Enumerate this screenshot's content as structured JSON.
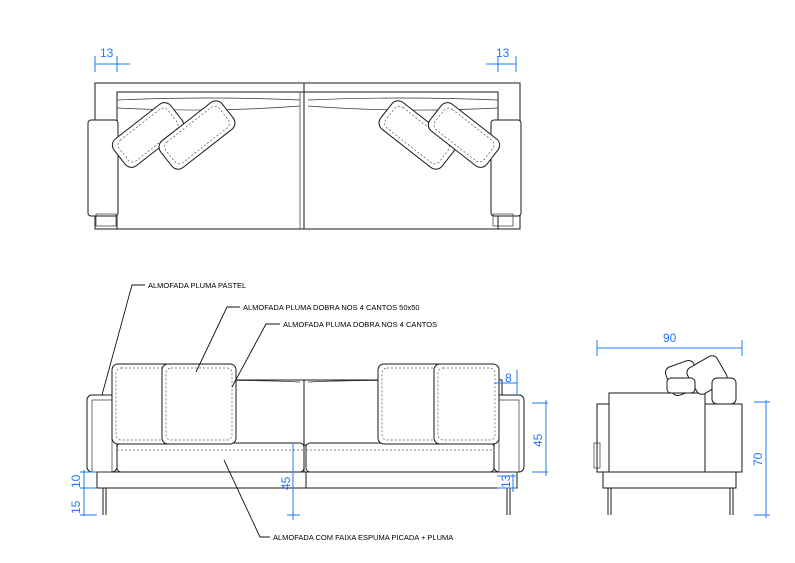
{
  "dimensions": {
    "top_arm_left": "13",
    "top_arm_right": "13",
    "side_depth": "90",
    "side_height": "70",
    "front_arm_width": "8",
    "front_back_height": "45",
    "front_seat_height": "45",
    "front_leg_bottom": "13",
    "front_left_15": "15",
    "front_left_10": "10"
  },
  "labels": {
    "pastel_cushion": "ALMOFADA PLUMA PASTEL",
    "double_cushion_50": "ALMOFADA PLUMA DOBRA NOS 4 CANTOS 50x50",
    "double_cushion": "ALMOFADA PLUMA DOBRA NOS 4 CANTOS",
    "seat_cushion": "ALMOFADA COM FAIXA ESPUMA PICADA + PLUMA"
  },
  "colors": {
    "dimension": "#1f78ff",
    "line": "#1a1a1a"
  }
}
